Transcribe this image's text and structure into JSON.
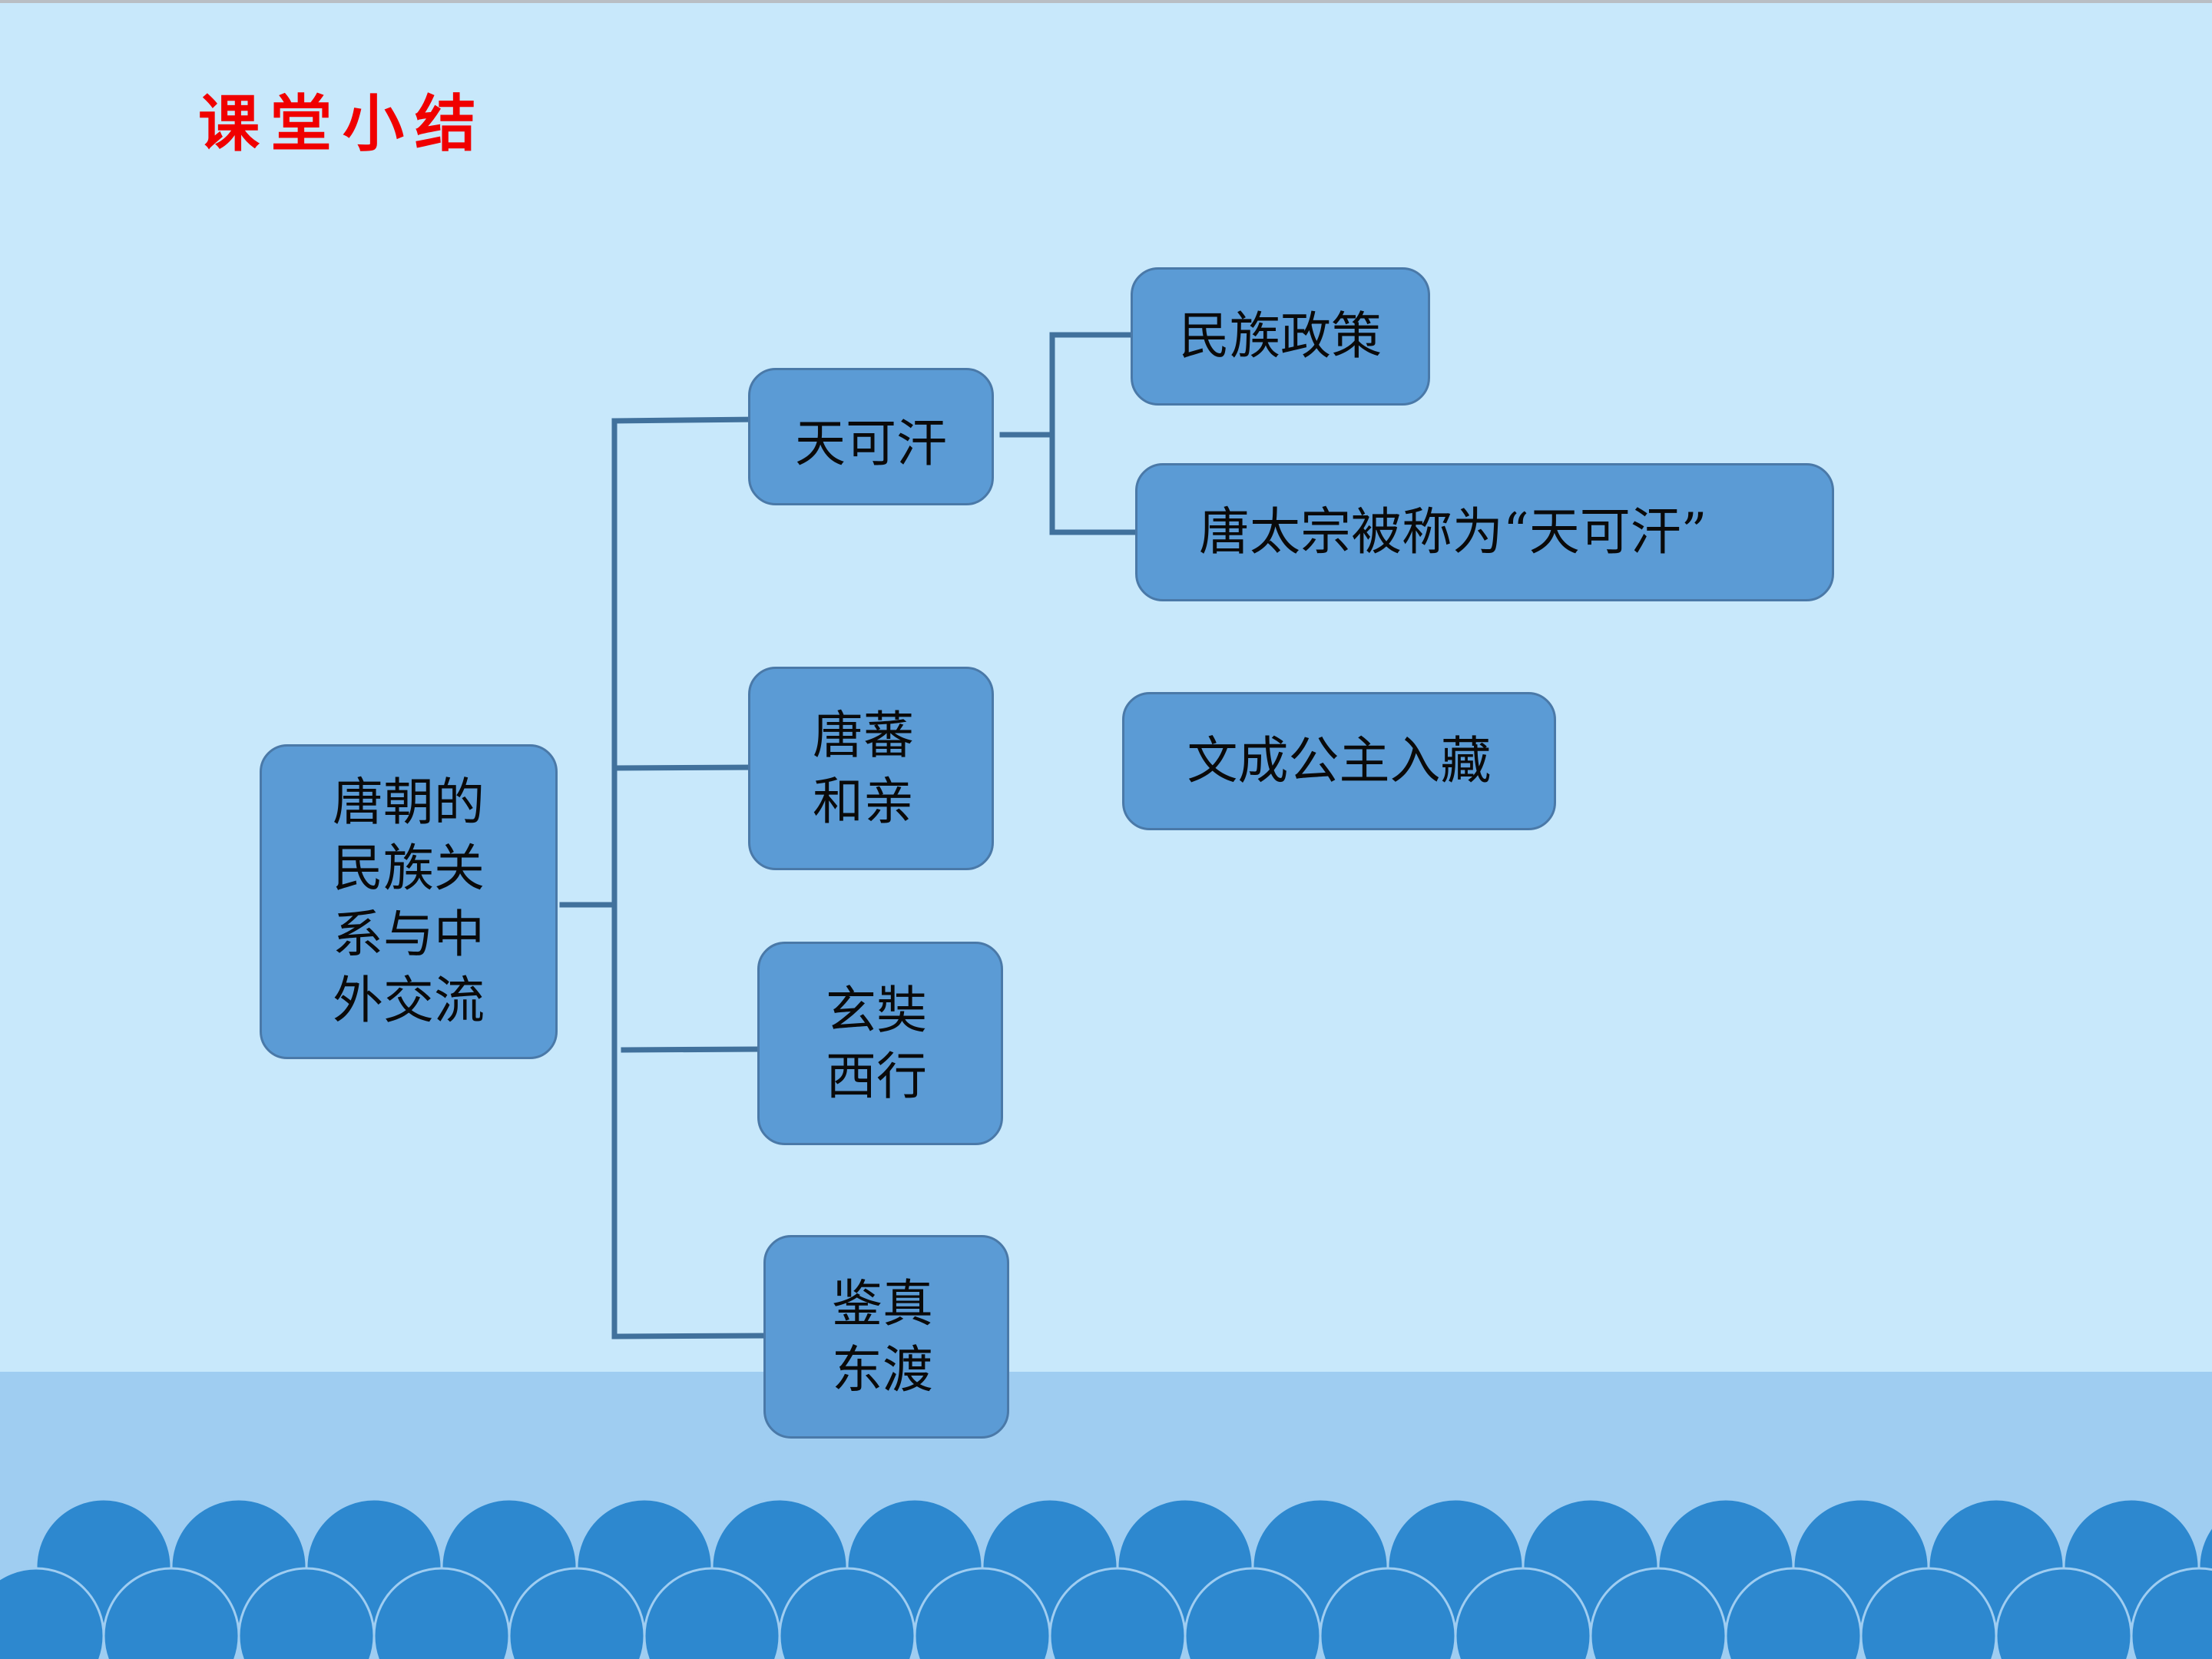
{
  "title": "课堂小结",
  "diagram": {
    "root": {
      "label": "唐朝的\n民族关\n系与中\n外交流"
    },
    "branches": [
      {
        "label": "天可汗"
      },
      {
        "label": "唐蕃\n和亲"
      },
      {
        "label": "玄奘\n西行"
      },
      {
        "label": "鉴真\n东渡"
      }
    ],
    "details": [
      {
        "label": "民族政策"
      },
      {
        "label": "唐太宗被称为“天可汗”"
      },
      {
        "label": "文成公主入藏"
      }
    ]
  },
  "colors": {
    "background": "#c8e8fb",
    "bottom_band": "#9fcdf1",
    "wave_fill": "#2d88cf",
    "box_fill": "#5b9bd5",
    "box_border": "#4a79a8",
    "connector": "#41719c",
    "title": "#f00000"
  }
}
